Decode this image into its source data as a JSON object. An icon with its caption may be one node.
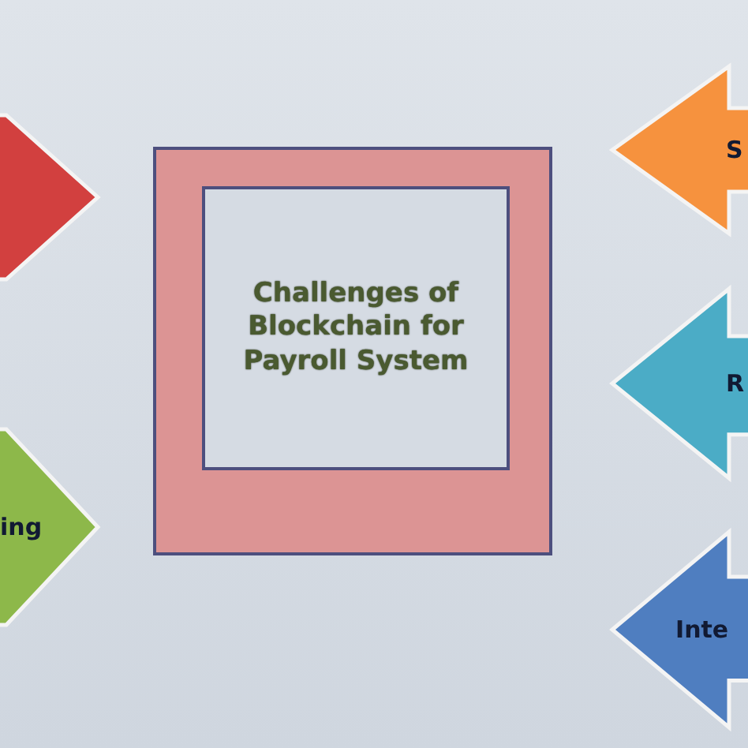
{
  "diagram": {
    "nodes": [
      {
        "text": [],
        "shape": "box"
      },
      {
        "text": [
          "Challenges of Blockchain for Payroll System"
        ],
        "in": 0
      },
      {
        "text": [],
        "shape": "arrow"
      },
      {
        "text": [
          "ing"
        ]
      },
      {
        "text": [
          "S"
        ]
      },
      {
        "text": [
          "R"
        ]
      },
      {
        "text": [
          "Inte"
        ]
      }
    ]
  }
}
